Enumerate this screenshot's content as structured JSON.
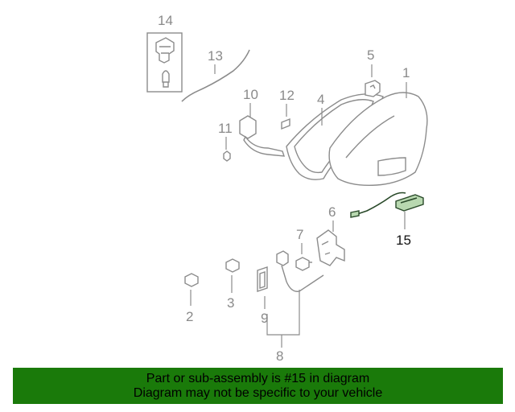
{
  "diagram": {
    "labels": {
      "p1": "1",
      "p2": "2",
      "p3": "3",
      "p4": "4",
      "p5": "5",
      "p6": "6",
      "p7": "7",
      "p8": "8",
      "p9": "9",
      "p10": "10",
      "p11": "11",
      "p12": "12",
      "p13": "13",
      "p14": "14",
      "p15": "15"
    },
    "highlighted_part": "15",
    "colors": {
      "highlight_fill": "#b8d8b0",
      "banner": "#1a7a0a",
      "line": "#8c8c8c"
    }
  },
  "banner": {
    "line1": "Part or sub-assembly is #15 in diagram",
    "line2": "Diagram may not be specific to your vehicle"
  }
}
